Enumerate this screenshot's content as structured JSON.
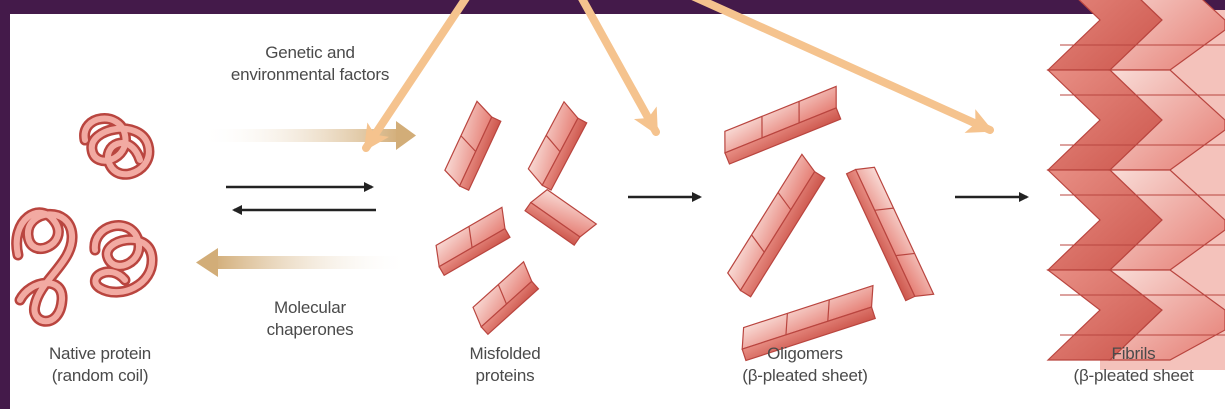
{
  "factors_label": "Genetic and\nenvironmental factors",
  "chaperones_label": "Molecular\nchaperones",
  "stages": [
    {
      "name": "Native protein\n(random coil)"
    },
    {
      "name": "Misfolded\nproteins"
    },
    {
      "name": "Oligomers\n(β-pleated sheet)"
    },
    {
      "name": "Fibrils\n(β-pleated sheet"
    }
  ],
  "colors": {
    "background": "#441a4a",
    "panel": "#ffffff",
    "protein_fill": "#e8837a",
    "protein_light": "#f8d6d0",
    "protein_edge": "#b9453f",
    "pointer_arrow": "#f5c38e",
    "factor_arrow": "#d9b98a",
    "reaction_arrow": "#222222"
  }
}
